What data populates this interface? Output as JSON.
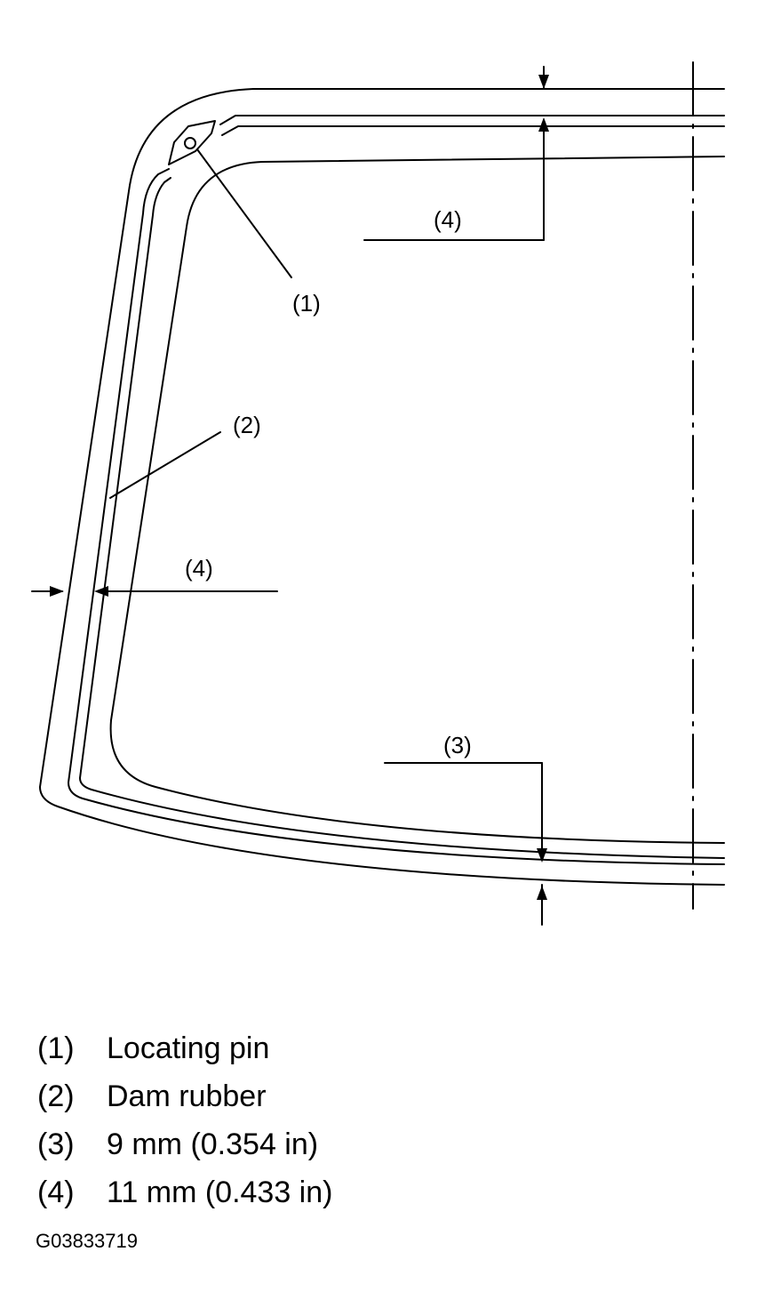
{
  "callouts": {
    "c1": "(1)",
    "c2": "(2)",
    "c3": "(3)",
    "c4_top": "(4)",
    "c4_left": "(4)"
  },
  "legend": [
    {
      "num": "(1)",
      "text": "Locating pin"
    },
    {
      "num": "(2)",
      "text": "Dam rubber"
    },
    {
      "num": "(3)",
      "text": "9 mm (0.354 in)"
    },
    {
      "num": "(4)",
      "text": "11 mm (0.433 in)"
    }
  ],
  "figure_id": "G03833719"
}
